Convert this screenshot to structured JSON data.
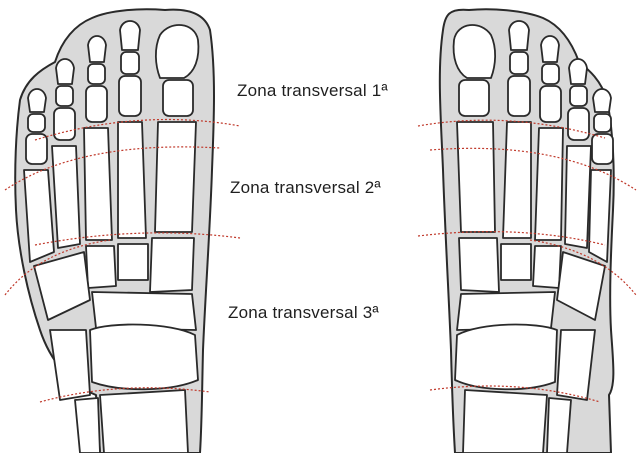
{
  "diagram": {
    "zones": [
      {
        "label": "Zona transversal 1ª"
      },
      {
        "label": "Zona transversal 2ª"
      },
      {
        "label": "Zona transversal 3ª"
      }
    ]
  },
  "colors": {
    "background": "#ffffff",
    "outline": "#2a2a2a",
    "skin_fill": "#d9d9d9",
    "bone_fill": "#ffffff",
    "zone_line": "#c0392b"
  }
}
